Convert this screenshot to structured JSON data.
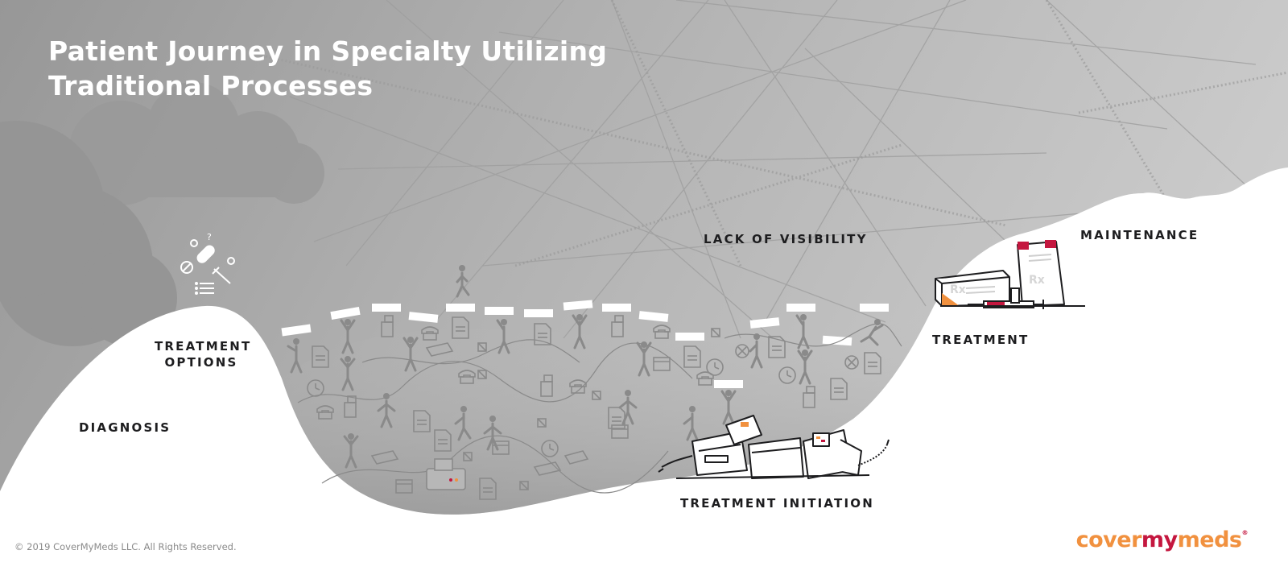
{
  "title": {
    "line1": "Patient Journey in Specialty Utilizing",
    "line2": "Traditional Processes"
  },
  "stages": {
    "diagnosis": "DIAGNOSIS",
    "treatment_options_line1": "TREATMENT",
    "treatment_options_line2": "OPTIONS",
    "lack_of_visibility": "LACK OF VISIBILITY",
    "treatment_initiation": "TREATMENT INITIATION",
    "treatment": "TREATMENT",
    "maintenance": "MAINTENANCE"
  },
  "icons": {
    "options_glyph": "?",
    "rx_glyph": "Rx"
  },
  "footer": {
    "copyright": "© 2019 CoverMyMeds LLC. All Rights Reserved."
  },
  "logo": {
    "part1": "cover",
    "part2": "my",
    "part3": "meds",
    "mark": "®"
  },
  "colors": {
    "background_gray": "#a6a6a6",
    "ground": "#ffffff",
    "brand_orange": "#f1913f",
    "brand_red": "#c4173f",
    "ink": "#1d1d1f"
  }
}
